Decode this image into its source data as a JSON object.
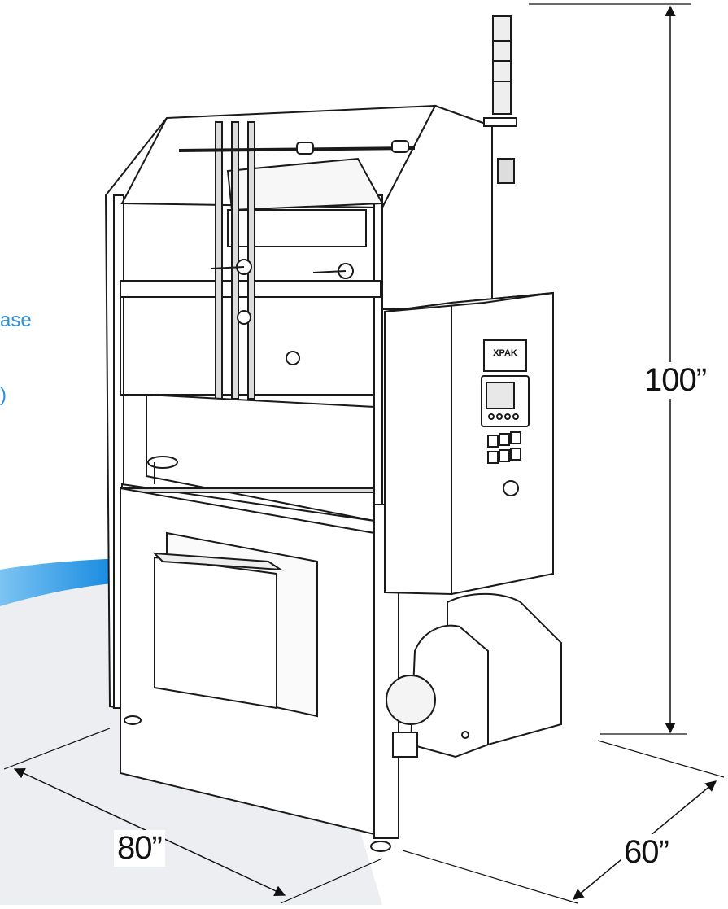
{
  "side_text": {
    "line1": "ase",
    "line2": ")"
  },
  "dimensions": {
    "height": "100”",
    "width": "80”",
    "depth": "60”"
  },
  "panel_logo": "XPAK",
  "colors": {
    "accent_blue": "#1e8fe0",
    "swoosh_gray": "#e6e8eb",
    "line": "#1a1a1a"
  }
}
